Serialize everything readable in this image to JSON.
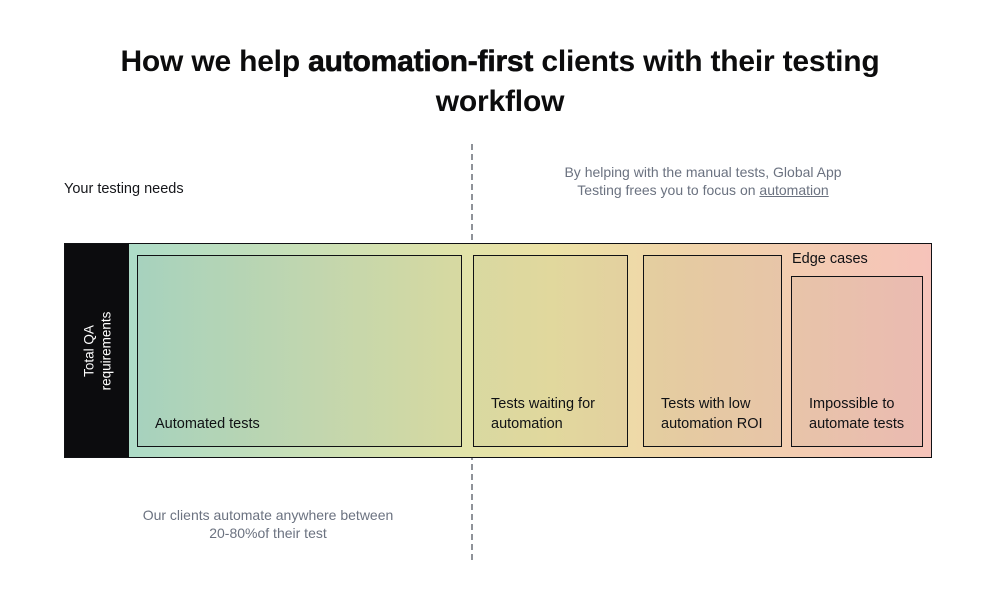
{
  "title": {
    "prefix": "How we help ",
    "emphasis": "automation-first",
    "suffix": " clients with their testing workflow"
  },
  "notes": {
    "left": "Your testing needs",
    "right_line1": "By helping with the manual tests, Global App",
    "right_line2_prefix": "Testing frees you to focus on ",
    "right_link": "automation",
    "bottom_line1": "Our clients automate anywhere between",
    "bottom_line2": "20-80%of their test"
  },
  "axis": {
    "line1": "Total QA",
    "line2": "requirements"
  },
  "segments": {
    "automated": "Automated tests",
    "waiting": "Tests waiting for automation",
    "low_roi": "Tests with low automation ROI",
    "edge_group": "Edge cases",
    "impossible": "Impossible to automate tests"
  },
  "colors": {
    "gradient_start": "#aedcc7",
    "gradient_green_yellow": "#dfe3aa",
    "gradient_yellow": "#ece2a5",
    "gradient_peach": "#f0d5a9",
    "gradient_end": "#f6c3ba",
    "axis_bg": "#0c0c0e",
    "muted_text": "#6b7280",
    "dashed_line": "#8e9298",
    "border": "#101114"
  }
}
